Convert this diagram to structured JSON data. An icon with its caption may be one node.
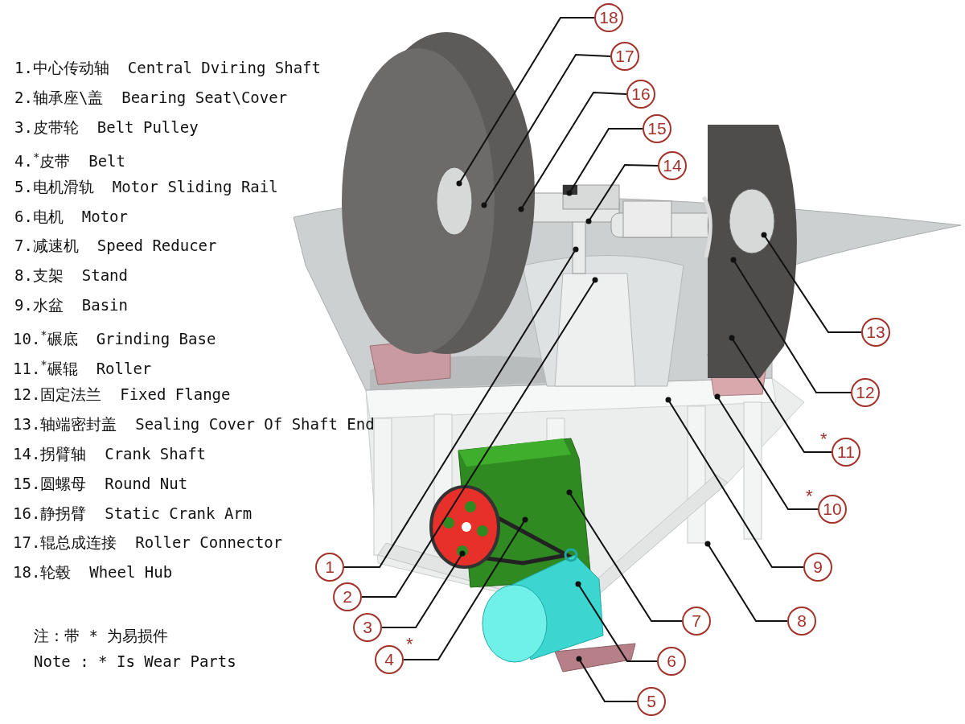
{
  "diagram": {
    "nodes": [
      {
        "text": [
          "1"
        ]
      },
      {
        "text": [
          "2"
        ]
      },
      {
        "text": [
          "3"
        ]
      },
      {
        "text": [
          "4"
        ],
        "beside": [
          "*"
        ]
      },
      {
        "text": [
          "5"
        ]
      },
      {
        "text": [
          "6"
        ]
      },
      {
        "text": [
          "7"
        ]
      },
      {
        "text": [
          "8"
        ]
      },
      {
        "text": [
          "9"
        ]
      },
      {
        "text": [
          "10"
        ],
        "beside": [
          "*"
        ]
      },
      {
        "text": [
          "11"
        ],
        "beside": [
          "*"
        ]
      },
      {
        "text": [
          "12"
        ]
      },
      {
        "text": [
          "13"
        ]
      },
      {
        "text": [
          "14"
        ]
      },
      {
        "text": [
          "15"
        ]
      },
      {
        "text": [
          "16"
        ]
      },
      {
        "text": [
          "17"
        ]
      },
      {
        "text": [
          "18"
        ]
      }
    ],
    "edges": [
      {
        "from": 0,
        "to": null,
        "arrow": "other"
      },
      {
        "from": 1,
        "to": null,
        "arrow": "other"
      },
      {
        "from": 2,
        "to": null,
        "arrow": "other"
      },
      {
        "from": 3,
        "to": null,
        "arrow": "other"
      },
      {
        "from": 4,
        "to": null,
        "arrow": "other"
      },
      {
        "from": 5,
        "to": null,
        "arrow": "other"
      },
      {
        "from": 6,
        "to": null,
        "arrow": "other"
      },
      {
        "from": 7,
        "to": null,
        "arrow": "other"
      },
      {
        "from": 8,
        "to": null,
        "arrow": "other"
      },
      {
        "from": 9,
        "to": null,
        "arrow": "other"
      },
      {
        "from": 10,
        "to": null,
        "arrow": "other"
      },
      {
        "from": 11,
        "to": null,
        "arrow": "other"
      },
      {
        "from": 12,
        "to": null,
        "arrow": "other"
      },
      {
        "from": 13,
        "to": null,
        "arrow": "other"
      },
      {
        "from": 14,
        "to": null,
        "arrow": "other"
      },
      {
        "from": 15,
        "to": null,
        "arrow": "other"
      },
      {
        "from": 16,
        "to": null,
        "arrow": "other"
      },
      {
        "from": 17,
        "to": null,
        "arrow": "other"
      }
    ],
    "labels": [
      "1.中心传动轴  Central Dviring Shaft",
      "2.轴承座\\盖  Bearing Seat\\Cover",
      "3.皮带轮  Belt Pulley",
      "4.$^{*}$皮带  Belt",
      "5.电机滑轨  Motor Sliding Rail",
      "6.电机  Motor",
      "7.减速机  Speed Reducer",
      "8.支架  Stand",
      "9.水盆  Basin",
      "10.$^{*}$碾底  Grinding Base",
      "11.$^{*}$碾辊  Roller",
      "12.固定法兰  Fixed Flange",
      "13.轴端密封盖  Sealing Cover Of Shaft End",
      "14.拐臂轴  Crank Shaft",
      "15.圆螺母  Round Nut",
      "16.静拐臂  Static Crank Arm",
      "17.辊总成连接  Roller Connector",
      "18.轮毂  Wheel Hub",
      "注：带 * 为易损件",
      "Note : * Is Wear Parts"
    ]
  }
}
